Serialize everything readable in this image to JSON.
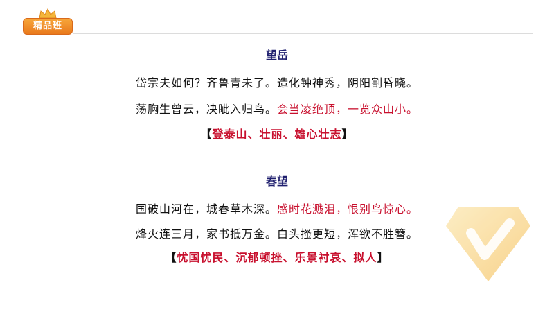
{
  "badge": {
    "label": "精品班"
  },
  "poems": [
    {
      "title": "望岳",
      "lines": [
        {
          "black": "岱宗夫如何？齐鲁青未了。造化钟神秀，阴阳割昏晓。",
          "red": ""
        },
        {
          "black": "荡胸生曾云，决眦入归鸟。",
          "red": "会当凌绝顶，一览众山小。"
        }
      ],
      "theme": {
        "open": "【",
        "text": "登泰山、壮丽、雄心壮志",
        "close": "】"
      }
    },
    {
      "title": "春望",
      "lines": [
        {
          "black": "国破山河在，城春草木深。",
          "red": "感时花溅泪，恨别鸟惊心。"
        },
        {
          "black": "烽火连三月，家书抵万金。白头搔更短，浑欲不胜簪。",
          "red": ""
        }
      ],
      "theme": {
        "open": "【",
        "text": "忧国忧民、沉郁顿挫、乐景衬哀、拟人",
        "close": "】"
      }
    }
  ],
  "colors": {
    "title": "#1f1f6e",
    "highlight": "#c8102e",
    "badge": "#ef8a25",
    "watermark": "#f5c866"
  }
}
